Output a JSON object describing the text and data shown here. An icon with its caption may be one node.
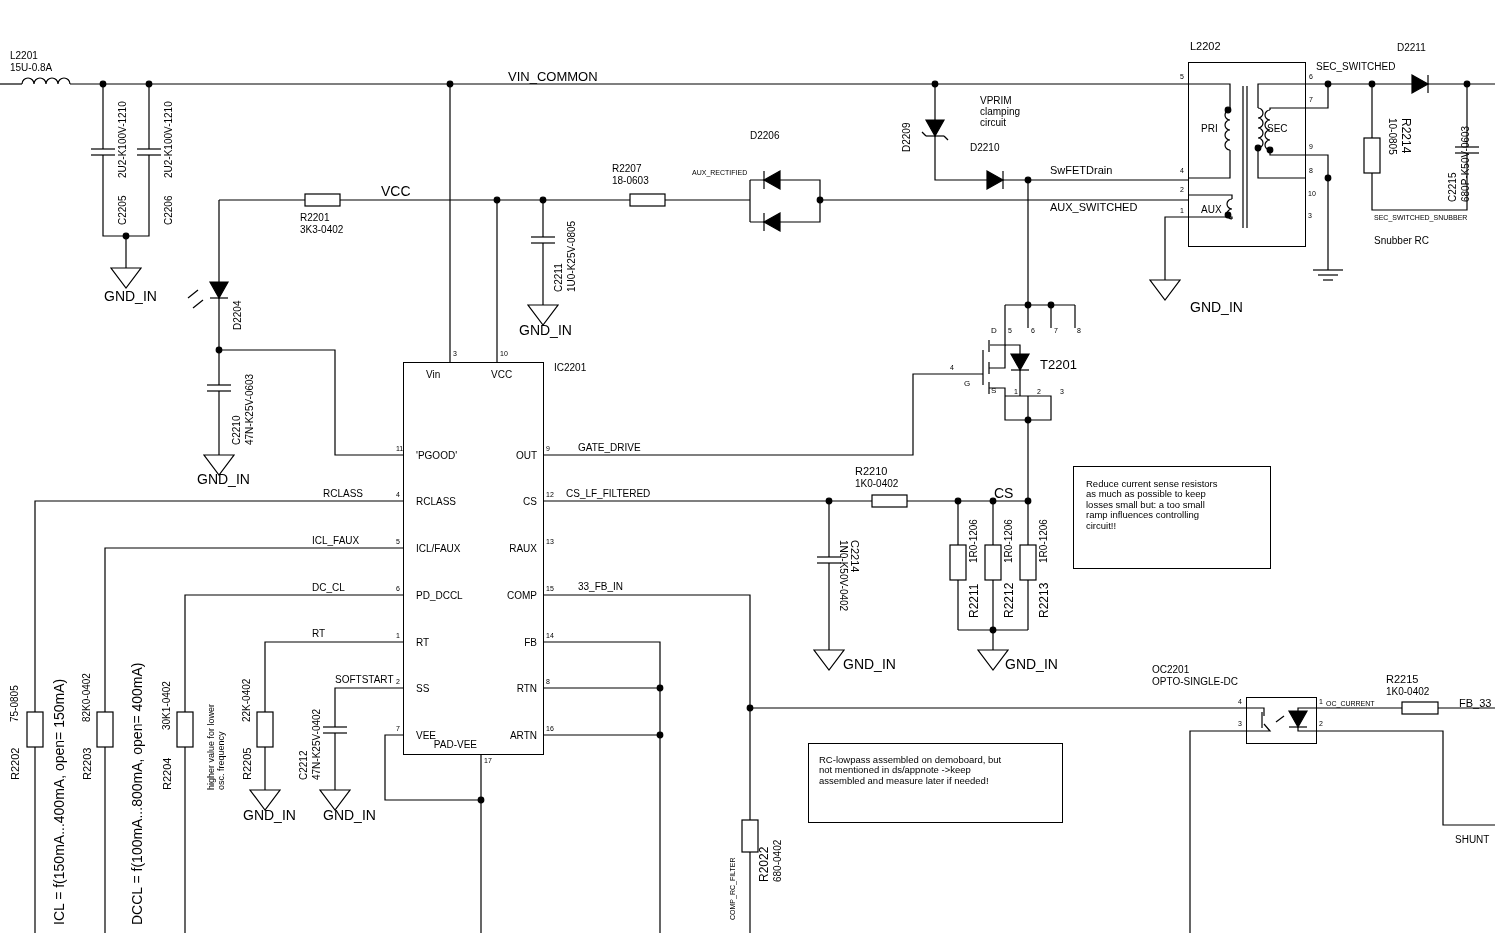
{
  "diagram": {
    "nodes": [
      {
        "text": [
          "Vin",
          "VCC",
          "'PGOOD'",
          "RCLASS",
          "ICL/FAUX",
          "PD_DCCL",
          "RT",
          "SS",
          "VEE",
          "OUT",
          "CS",
          "RAUX",
          "COMP",
          "FB",
          "RTN",
          "ARTN",
          "PAD-VEE"
        ],
        "beside": [
          "IC2201",
          "3",
          "10",
          "11",
          "4",
          "5",
          "6",
          "1",
          "2",
          "7",
          "9",
          "12",
          "13",
          "15",
          "14",
          "8",
          "16",
          "17"
        ]
      },
      {
        "text": [
          "PRI",
          "SEC",
          "AUX"
        ],
        "beside": [
          "L2202",
          "5",
          "4",
          "2",
          "1",
          "6",
          "7",
          "9",
          "8",
          "10",
          "3"
        ]
      },
      {
        "text": [
          "Reduce current sense resistors as much as possible to keep losses small but: a too small ramp influences controlling circuit!!"
        ]
      },
      {
        "text": [
          "RC-lowpass assembled on demoboard, but not mentioned in ds/appnote ->keep assembled and measure later if needed!"
        ]
      },
      {
        "text": [],
        "shape": "box",
        "beside": [
          "OC2201",
          "OPTO-SINGLE-DC",
          "4",
          "3",
          "1",
          "2"
        ]
      }
    ],
    "edges": [
      {
        "from": 0,
        "to": 4,
        "arrow": "none",
        "label": "33_FB_IN"
      }
    ],
    "labels": [
      "L2201",
      "15U-0.8A",
      "VIN_COMMON",
      "2U2-K100V-1210",
      "C2205",
      "2U2-K100V-1210",
      "C2206",
      "GND_IN",
      "R2201",
      "3K3-0402",
      "VCC",
      "D2204",
      "R2207",
      "18-0603",
      "AUX_RECTIFIED",
      "D2206",
      "C2211",
      "1U0-K25V-0805",
      "GND_IN",
      "D2209",
      "VPRIM clamping circuit",
      "D2210",
      "SwFETDrain",
      "AUX_SWITCHED",
      "SEC_SWITCHED",
      "D2211",
      "10-0805",
      "R2214",
      "C2215",
      "680P-K50V-0603",
      "SEC_SWITCHED_SNUBBER",
      "Snubber RC",
      "GND_IN",
      "C2210",
      "47N-K25V-0603",
      "GND_IN",
      "T2201",
      "D",
      "G",
      "S",
      "4",
      "5",
      "6",
      "7",
      "8",
      "1",
      "2",
      "3",
      "RCLASS",
      "ICL_FAUX",
      "DC_CL",
      "RT",
      "SOFTSTART",
      "GATE_DRIVE",
      "CS_LF_FILTERED",
      "R2210",
      "1K0-0402",
      "CS",
      "1N0-K50V-0402",
      "C2214",
      "1R0-1206",
      "R2211",
      "1R0-1206",
      "R2212",
      "1R0-1206",
      "R2213",
      "GND_IN",
      "GND_IN",
      "R2202",
      "75-0805",
      "ICL = f(150mA...400mA, open= 150mA)",
      "R2203",
      "82K0-0402",
      "DCCL = f(100mA...800mA, open= 400mA)",
      "R2204",
      "30K1-0402",
      "higher value for lower osc. frequency",
      "R2205",
      "22K-0402",
      "GND_IN",
      "C2212",
      "47N-K25V-0402",
      "GND_IN",
      "OC_CURRENT",
      "R2215",
      "1K0-0402",
      "FB_33",
      "SHUNT",
      "COMP_RC_FILTER",
      "R2022",
      "680-0402"
    ]
  }
}
